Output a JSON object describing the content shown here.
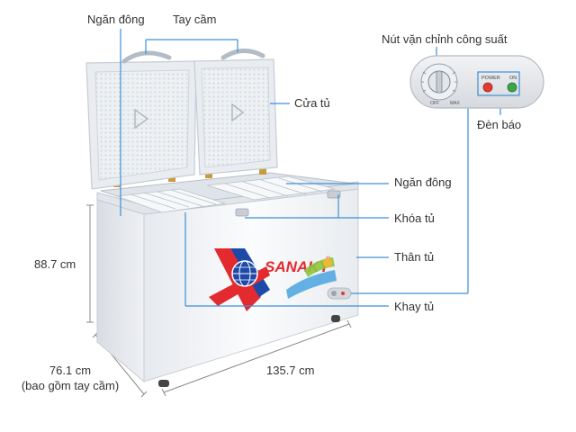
{
  "colors": {
    "callout_line": "#3d8fd6",
    "label_text": "#333333",
    "dimension_line": "#8a8a8a",
    "body_white": "#f4f5f7",
    "logo_red": "#e22a2f",
    "logo_blue": "#1d4aa8",
    "led_red": "#e23b2e",
    "led_green": "#3aa64a"
  },
  "labels": {
    "ngan_dong_top": "Ngăn đông",
    "tay_cam": "Tay cầm",
    "cua_tu": "Cửa tủ",
    "ngan_dong_right": "Ngăn đông",
    "khoa_tu": "Khóa tủ",
    "than_tu": "Thân tủ",
    "khay_tu": "Khay tủ",
    "nut_van": "Nút vặn chỉnh công suất",
    "den_bao": "Đèn báo"
  },
  "dimensions": {
    "height": "88.7 cm",
    "depth": "76.1 cm",
    "depth_note": "(bao gồm tay cầm)",
    "width": "135.7 cm"
  },
  "brand": {
    "name": "SANAKY",
    "registered": "®"
  },
  "control_panel": {
    "power_label": "POWER",
    "on_label": "ON",
    "dial_off": "OFF",
    "dial_max": "MAX"
  },
  "icons": [
    "freezer-product-image",
    "knob-icon",
    "power-led-icon",
    "on-led-icon",
    "sanaky-logo-icon"
  ]
}
